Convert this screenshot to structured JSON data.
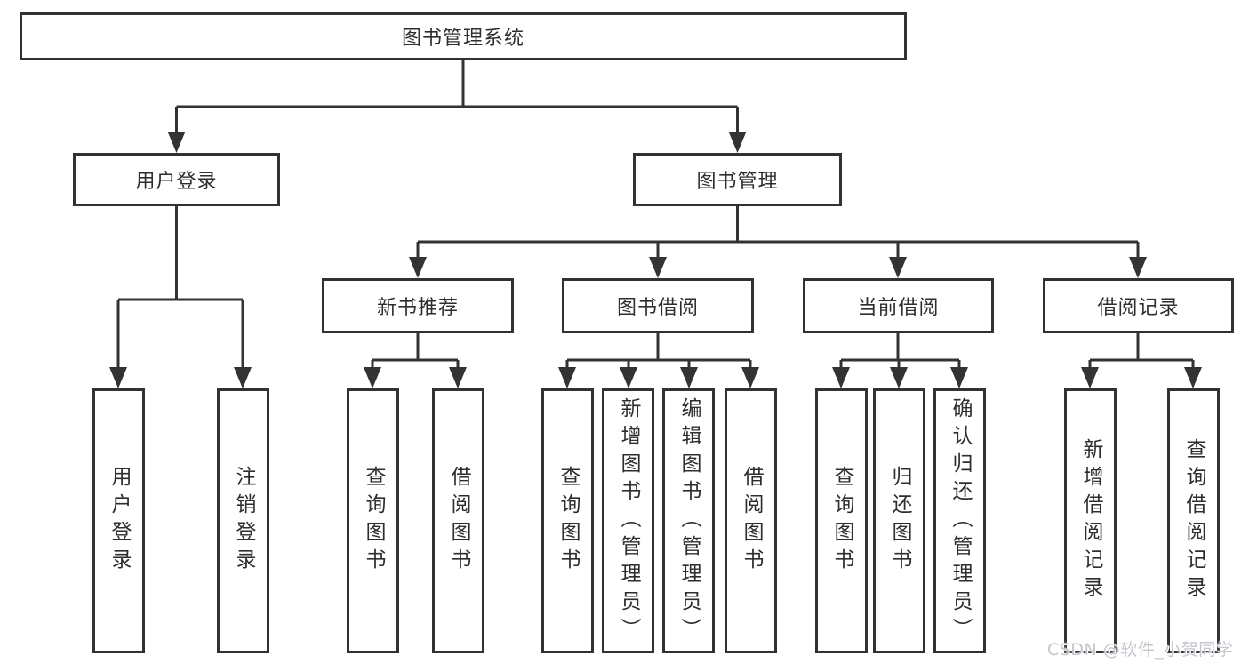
{
  "title": "图书管理系统",
  "watermark": "CSDN @软件_小贺同学",
  "colors": {
    "background": "#ffffff",
    "box_fill": "#ffffff",
    "box_border": "#323232",
    "line": "#333333",
    "text": "#2e2e2e",
    "watermark": "#c3c6cc"
  },
  "nodes": {
    "root": {
      "label": "图书管理系统"
    },
    "user_login": {
      "label": "用户登录"
    },
    "book_mgmt": {
      "label": "图书管理"
    },
    "new_books": {
      "label": "新书推荐"
    },
    "book_borrow": {
      "label": "图书借阅"
    },
    "current_borrow": {
      "label": "当前借阅"
    },
    "borrow_records": {
      "label": "借阅记录"
    },
    "leaf_user_login": {
      "label": "用户登录"
    },
    "leaf_logout": {
      "label": "注销登录"
    },
    "leaf_query_books_1": {
      "label": "查询图书"
    },
    "leaf_borrow_books_1": {
      "label": "借阅图书"
    },
    "leaf_query_books_2": {
      "label": "查询图书"
    },
    "leaf_add_books": {
      "label": "新增图书（管理员）"
    },
    "leaf_edit_books": {
      "label": "编辑图书（管理员）"
    },
    "leaf_borrow_books_2": {
      "label": "借阅图书"
    },
    "leaf_query_books_3": {
      "label": "查询图书"
    },
    "leaf_return_books": {
      "label": "归还图书"
    },
    "leaf_confirm_return": {
      "label": "确认归还（管理员）"
    },
    "leaf_add_record": {
      "label": "新增借阅记录"
    },
    "leaf_query_record": {
      "label": "查询借阅记录"
    }
  },
  "hierarchy": [
    {
      "parent": "图书管理系统",
      "children": [
        "用户登录",
        "图书管理"
      ]
    },
    {
      "parent": "用户登录",
      "children": [
        "用户登录",
        "注销登录"
      ]
    },
    {
      "parent": "图书管理",
      "children": [
        "新书推荐",
        "图书借阅",
        "当前借阅",
        "借阅记录"
      ]
    },
    {
      "parent": "新书推荐",
      "children": [
        "查询图书",
        "借阅图书"
      ]
    },
    {
      "parent": "图书借阅",
      "children": [
        "查询图书",
        "新增图书（管理员）",
        "编辑图书（管理员）",
        "借阅图书"
      ]
    },
    {
      "parent": "当前借阅",
      "children": [
        "查询图书",
        "归还图书",
        "确认归还（管理员）"
      ]
    },
    {
      "parent": "借阅记录",
      "children": [
        "新增借阅记录",
        "查询借阅记录"
      ]
    }
  ]
}
